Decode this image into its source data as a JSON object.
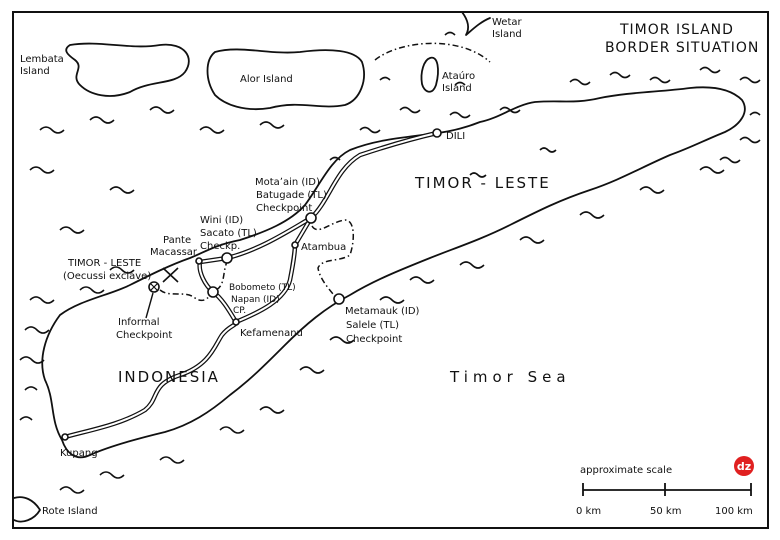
{
  "title": {
    "line1": "TIMOR ISLAND",
    "line2": "BORDER SITUATION"
  },
  "regions": {
    "timor_leste": "TIMOR - LESTE",
    "indonesia": "INDONESIA",
    "timor_sea": "Timor Sea",
    "oecussi_line1": "TIMOR - LESTE",
    "oecussi_line2": "(Oecussi exclave)"
  },
  "islands": {
    "lembata_1": "Lembata",
    "lembata_2": "Island",
    "alor": "Alor Island",
    "wetar_1": "Wetar",
    "wetar_2": "Island",
    "atauro_1": "Ataúro",
    "atauro_2": "Island",
    "rote": "Rote Island"
  },
  "places": {
    "dili": "DILI",
    "atambua": "Atambua",
    "kefamenanu": "Kefamenanu",
    "kupang": "Kupang",
    "pante_1": "Pante",
    "pante_2": "Macassar"
  },
  "checkpoints": {
    "motaain": [
      "Motaʼain (ID)",
      "Batugade (TL)",
      "Checkpoint"
    ],
    "wini": [
      "Wini (ID)",
      "Sacato (TL)",
      "Checkp."
    ],
    "bobometo": [
      "Bobometo (TL)",
      "Napan (ID)",
      "CP."
    ],
    "metamauk": [
      "Metamauk (ID)",
      "Salele (TL)",
      "Checkpoint"
    ],
    "informal": [
      "Informal",
      "Checkpoint"
    ]
  },
  "scale": {
    "label": "approximate scale",
    "ticks": [
      "0 km",
      "50 km",
      "100 km"
    ]
  },
  "logo": {
    "text": "dz",
    "color": "#e02020"
  }
}
